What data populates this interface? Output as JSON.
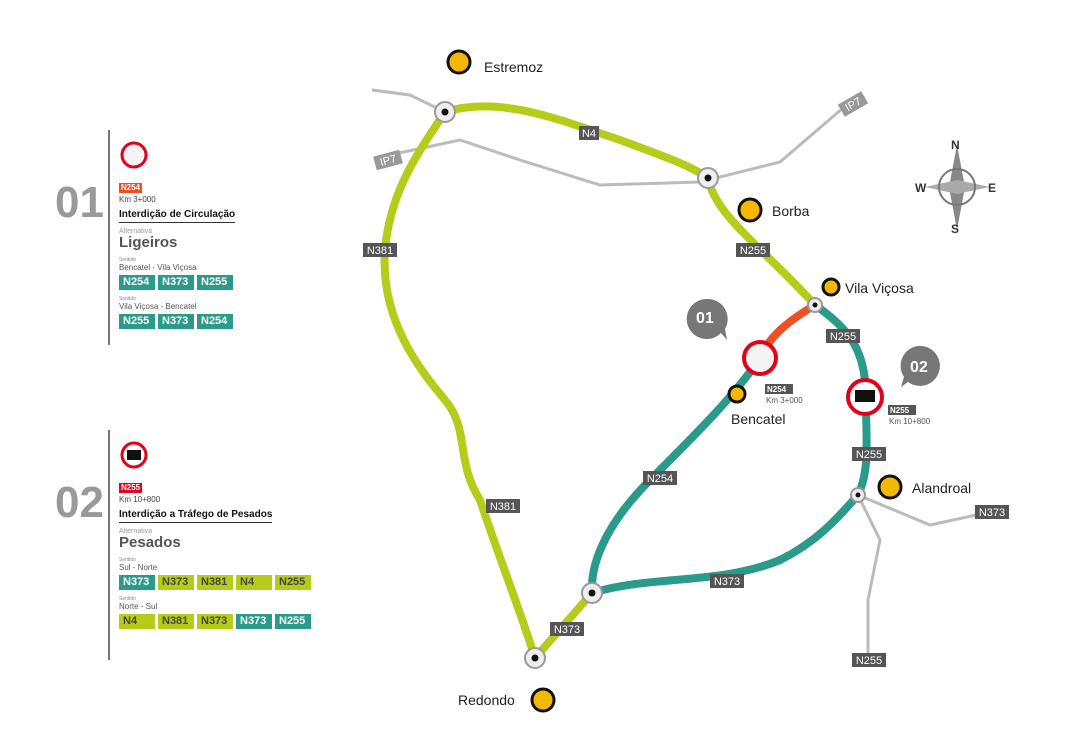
{
  "colors": {
    "lime": "#b5cc1a",
    "teal": "#2a9a8a",
    "orange": "#f04e23",
    "grey": "#bbbbbb",
    "red": "#e3001b"
  },
  "legend": [
    {
      "number": "01",
      "icon": "no-entry-sign-icon",
      "road": "N254",
      "km": "Km 3+000",
      "title": "Interdição de Circulação",
      "alt_label": "Alternativa",
      "alt_title": "Ligeiros",
      "routes": [
        {
          "sentido": "Sentido",
          "direction": "Bencatel - Vila Viçosa",
          "roads": [
            {
              "n": "N254",
              "c": "teal"
            },
            {
              "n": "N373",
              "c": "teal"
            },
            {
              "n": "N255",
              "c": "teal"
            }
          ]
        },
        {
          "sentido": "Sentido",
          "direction": "Vila Viçosa - Bencatel",
          "roads": [
            {
              "n": "N255",
              "c": "teal"
            },
            {
              "n": "N373",
              "c": "teal"
            },
            {
              "n": "N254",
              "c": "teal"
            }
          ]
        }
      ]
    },
    {
      "number": "02",
      "icon": "no-trucks-sign-icon",
      "road": "N255",
      "km": "Km 10+800",
      "title": "Interdição a Tráfego de Pesados",
      "alt_label": "Alternativa",
      "alt_title": "Pesados",
      "routes": [
        {
          "sentido": "Sentido",
          "direction": "Sul - Norte",
          "roads": [
            {
              "n": "N373",
              "c": "teal"
            },
            {
              "n": "N373",
              "c": "lime"
            },
            {
              "n": "N381",
              "c": "lime"
            },
            {
              "n": "N4",
              "c": "lime"
            },
            {
              "n": "N255",
              "c": "lime"
            }
          ]
        },
        {
          "sentido": "Sentido",
          "direction": "Norte - Sul",
          "roads": [
            {
              "n": "N4",
              "c": "lime"
            },
            {
              "n": "N381",
              "c": "lime"
            },
            {
              "n": "N373",
              "c": "lime"
            },
            {
              "n": "N373",
              "c": "teal"
            },
            {
              "n": "N255",
              "c": "teal"
            }
          ]
        }
      ]
    }
  ],
  "map": {
    "towns": {
      "estremoz": "Estremoz",
      "borba": "Borba",
      "vila_vicosa": "Vila Viçosa",
      "bencatel": "Bencatel",
      "alandroal": "Alandroal",
      "redondo": "Redondo"
    },
    "roads": {
      "ip7a": "IP7",
      "ip7b": "IP7",
      "n4": "N4",
      "n255a": "N255",
      "n255b": "N255",
      "n255c": "N255",
      "n255d": "N255",
      "n381a": "N381",
      "n381b": "N381",
      "n254": "N254",
      "n373a": "N373",
      "n373b": "N373",
      "n373c": "N373"
    },
    "closure1": {
      "callout": "01",
      "road": "N254",
      "km": "Km 3+000"
    },
    "closure2": {
      "callout": "02",
      "road": "N255",
      "km": "Km 10+800"
    },
    "compass": {
      "n": "N",
      "s": "S",
      "e": "E",
      "w": "W"
    }
  }
}
